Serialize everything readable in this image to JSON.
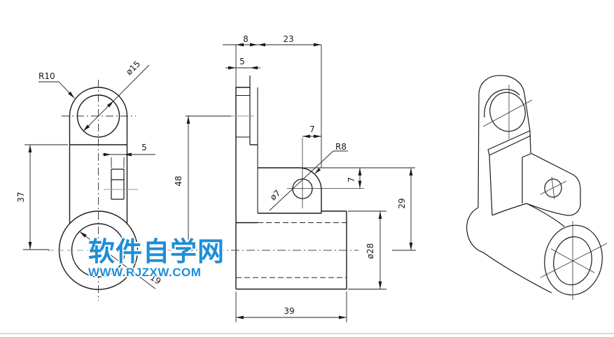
{
  "watermark": {
    "title": "软件自学网",
    "url": "WWW.RJZXW.COM",
    "color": "#1E8ED8"
  },
  "front": {
    "r10": "R10",
    "d15": "ø15",
    "rib5": "5",
    "h37": "37",
    "d19": "19"
  },
  "side": {
    "t8": "8",
    "l23": "23",
    "b5": "5",
    "h48": "48",
    "top7": "7",
    "r8": "R8",
    "d7": "ø7",
    "right7": "7",
    "h29": "29",
    "d28": "ø28",
    "len39": "39"
  },
  "colors": {
    "outline": "#1a1a1a",
    "dimension": "#222222",
    "centerline_gray": "#999999",
    "divider": "#d9d9d9",
    "watermark_blue": "#1E8ED8"
  }
}
